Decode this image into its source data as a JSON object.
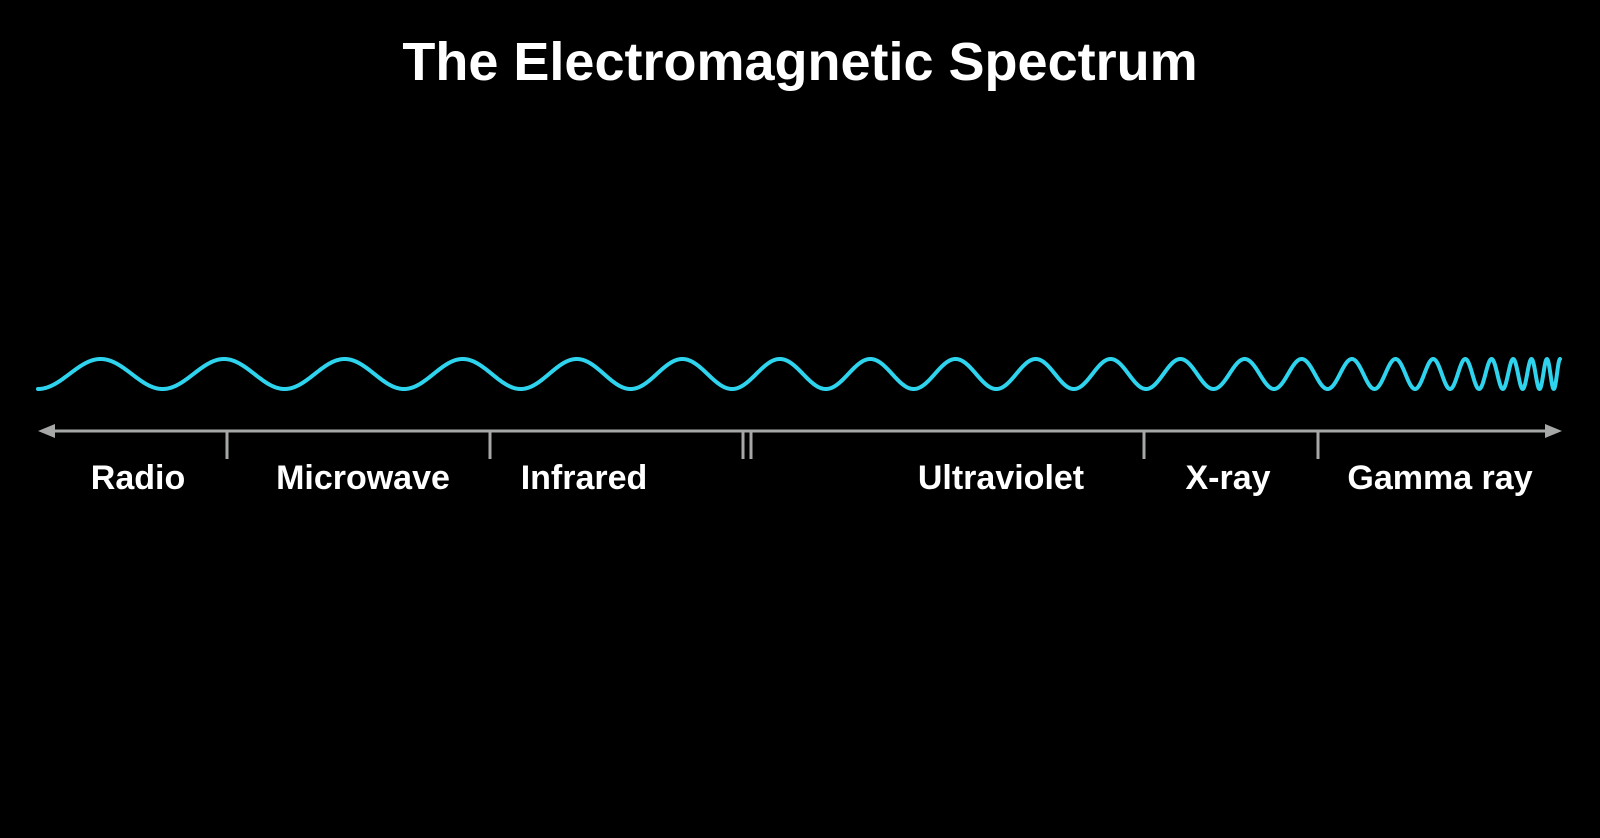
{
  "title": "The Electromagnetic Spectrum",
  "colors": {
    "background": "#000000",
    "wave": "#2ed3ee",
    "axis": "#a6a8a8",
    "text": "#ffffff"
  },
  "bands": [
    {
      "id": "radio",
      "label": "Radio"
    },
    {
      "id": "microwave",
      "label": "Microwave"
    },
    {
      "id": "infrared",
      "label": "Infrared"
    },
    {
      "id": "visible",
      "label": ""
    },
    {
      "id": "ultraviolet",
      "label": "Ultraviolet"
    },
    {
      "id": "x-ray",
      "label": "X-ray"
    },
    {
      "id": "gamma-ray",
      "label": "Gamma ray"
    }
  ]
}
